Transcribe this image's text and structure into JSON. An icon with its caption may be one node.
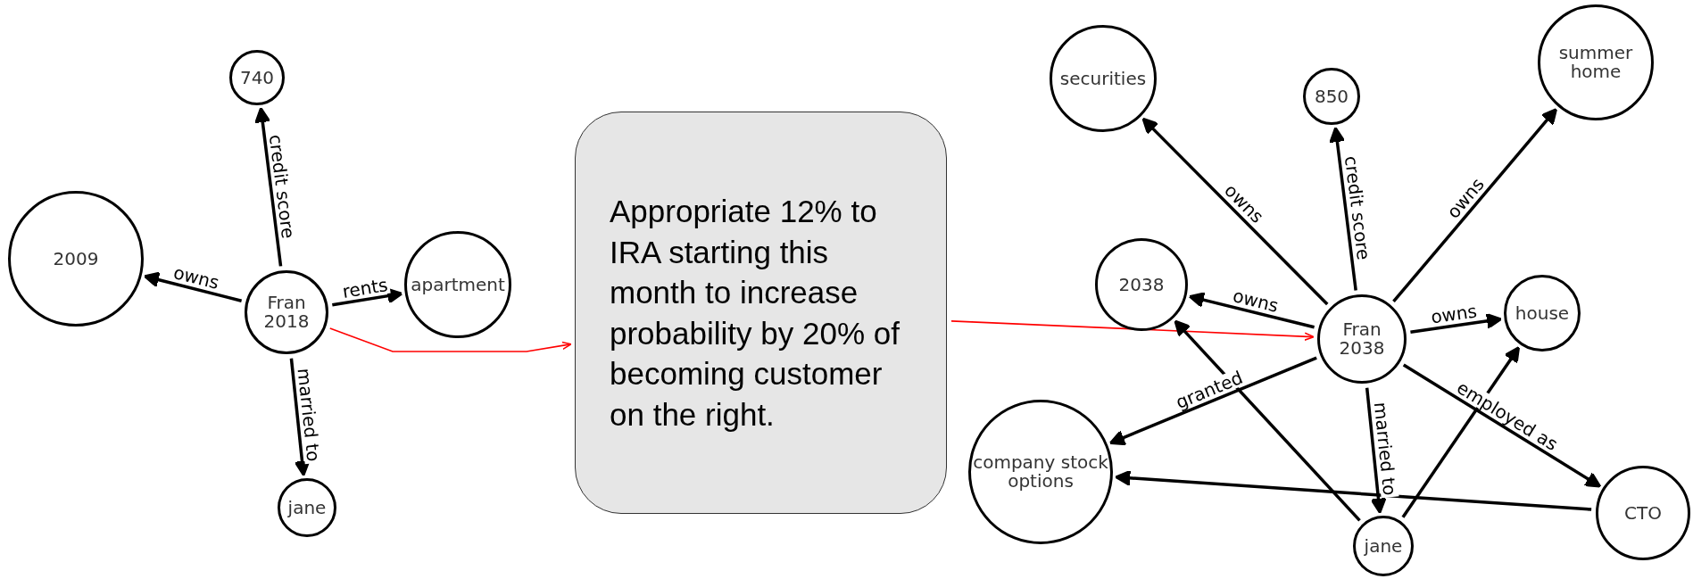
{
  "diagram": {
    "nodes": [
      {
        "text": [
          "2009"
        ]
      },
      {
        "text": [
          "740"
        ]
      },
      {
        "text": [
          "Fran 2018"
        ]
      },
      {
        "text": [
          "apartment"
        ]
      },
      {
        "text": [
          "jane"
        ]
      },
      {
        "text": [
          "Appropriate 12% to IRA starting this month to increase probability by 20% of becoming customer on the right."
        ]
      },
      {
        "text": [
          "securities"
        ]
      },
      {
        "text": [
          "850"
        ]
      },
      {
        "text": [
          "summer home"
        ]
      },
      {
        "text": [
          "2038"
        ]
      },
      {
        "text": [
          "Fran 2038"
        ]
      },
      {
        "text": [
          "house"
        ]
      },
      {
        "text": [
          "company stock options"
        ]
      },
      {
        "text": [
          "CTO"
        ]
      },
      {
        "text": [
          "jane"
        ]
      }
    ],
    "edges": [
      {
        "from": 2,
        "to": 1,
        "arrow": "to",
        "label": "credit score"
      },
      {
        "from": 2,
        "to": 0,
        "arrow": "to",
        "label": "owns"
      },
      {
        "from": 2,
        "to": 3,
        "arrow": "to",
        "label": "rents"
      },
      {
        "from": 2,
        "to": 4,
        "arrow": "to",
        "label": "married to"
      },
      {
        "from": 2,
        "to": 5,
        "arrow": "to",
        "color": "#ff0000"
      },
      {
        "from": 5,
        "to": 10,
        "arrow": "to",
        "color": "#ff0000"
      },
      {
        "from": 10,
        "to": 6,
        "arrow": "to",
        "label": "owns"
      },
      {
        "from": 10,
        "to": 7,
        "arrow": "to",
        "label": "credit score"
      },
      {
        "from": 10,
        "to": 8,
        "arrow": "to",
        "label": "owns"
      },
      {
        "from": 10,
        "to": 9,
        "arrow": "to",
        "label": "owns"
      },
      {
        "from": 10,
        "to": 11,
        "arrow": "to",
        "label": "owns"
      },
      {
        "from": 10,
        "to": 12,
        "arrow": "to",
        "label": "granted"
      },
      {
        "from": 10,
        "to": 13,
        "arrow": "to",
        "label": "employed as"
      },
      {
        "from": 10,
        "to": 14,
        "arrow": "to",
        "label": "married to"
      },
      {
        "from": 14,
        "to": 9,
        "arrow": "to"
      },
      {
        "from": 14,
        "to": 11,
        "arrow": "to"
      },
      {
        "from": 13,
        "to": 12,
        "arrow": "to"
      }
    ]
  }
}
